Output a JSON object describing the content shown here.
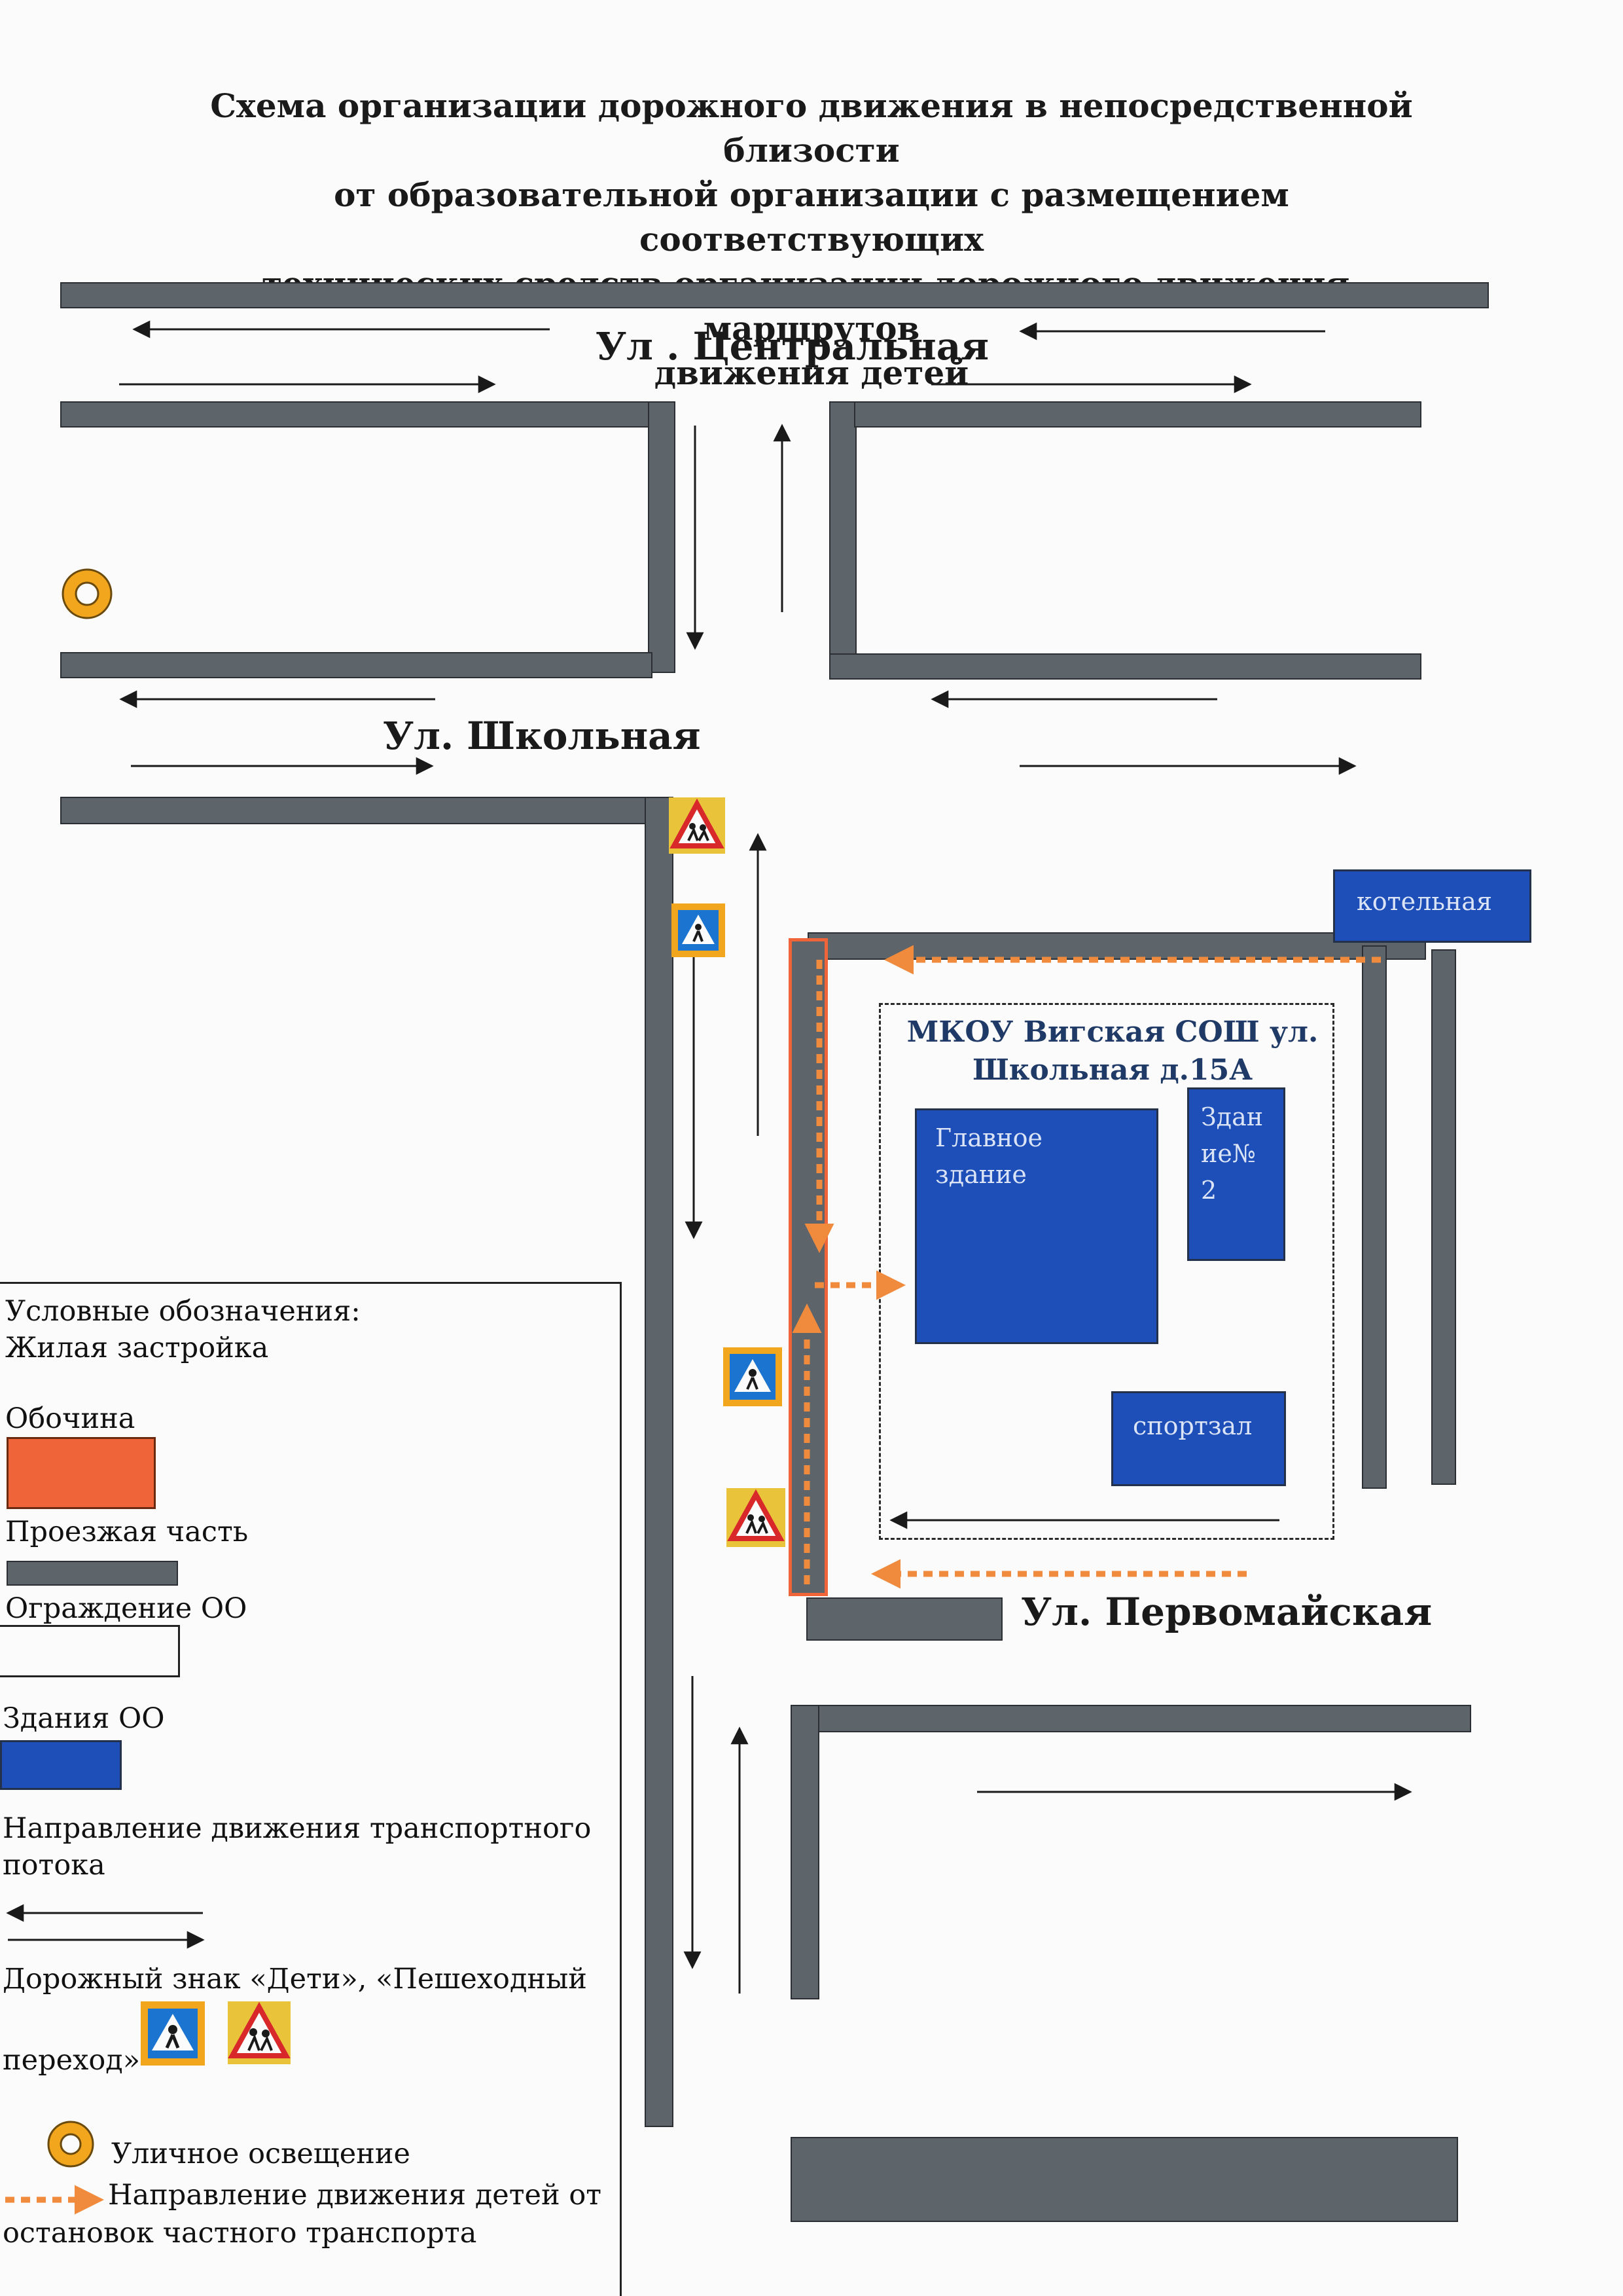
{
  "title_lines": [
    "Схема организации дорожного движения в непосредственной близости",
    "от образовательной организации с размещением соответствующих",
    "технических средств организации дорожного движения, маршрутов",
    "движения детей"
  ],
  "streets": {
    "central": "Ул . Центральная",
    "school": "Ул. Школьная",
    "pervomayskaya": "Ул. Первомайская"
  },
  "school": {
    "name_line1": "МКОУ Вигская СОШ ул.",
    "name_line2": "Школьная д.15А",
    "main_building_line1": "Главное",
    "main_building_line2": "здание",
    "building2_line1": "Здан",
    "building2_line2": "ие№",
    "building2_line3": "2",
    "gym": "спортзал",
    "boiler": "котельная"
  },
  "legend": {
    "heading": "Условные обозначения:",
    "residential": "Жилая застройка",
    "shoulder": "Обочина",
    "roadway": "Проезжая часть",
    "fence": "Ограждение ОО",
    "buildings": "Здания ОО",
    "traffic_line1": "Направление движения транспортного",
    "traffic_line2": "потока",
    "signs_line1": "Дорожный знак   «Дети», «Пешеходный",
    "signs_line2": "переход»",
    "lighting": "Уличное освещение",
    "children_line1": "Направление движения детей от",
    "children_line2": "остановок частного транспорта"
  },
  "colors": {
    "road": "#5e656a",
    "building": "#1e4fb8",
    "shoulder": "#f0643a",
    "children_route": "#f08a3c",
    "sign_border": "#f2a61d"
  }
}
